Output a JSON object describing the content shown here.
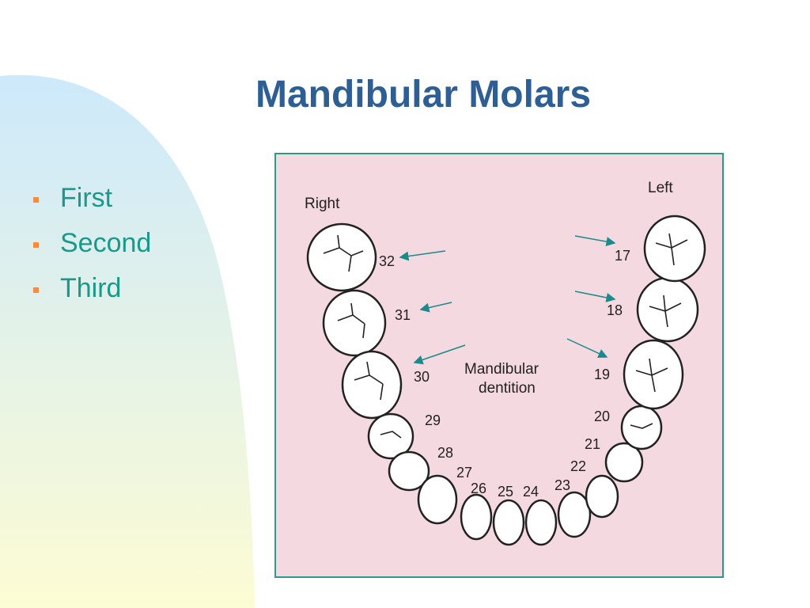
{
  "slide": {
    "title": "Mandibular Molars",
    "bullets": [
      "First",
      "Second",
      "Third"
    ]
  },
  "figure": {
    "side_right": "Right",
    "side_left": "Left",
    "center_label_line1": "Mandibular",
    "center_label_line2": "dentition",
    "tooth_numbers": [
      "32",
      "31",
      "30",
      "29",
      "28",
      "27",
      "26",
      "25",
      "24",
      "23",
      "22",
      "21",
      "20",
      "19",
      "18",
      "17"
    ]
  },
  "colors": {
    "title": "#2e5f94",
    "bullet_text": "#1a998a",
    "bullet_mark": "#ff8a3d",
    "figure_bg": "#f4d9e0",
    "figure_border": "#2a9a8a",
    "arrow": "#1a8a8a"
  }
}
